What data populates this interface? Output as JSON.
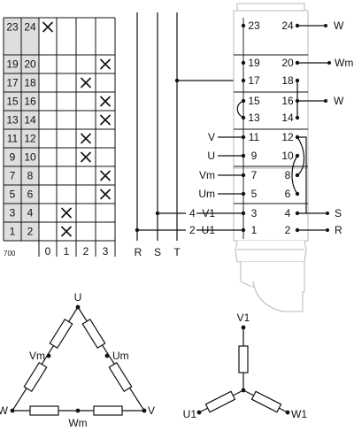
{
  "table": {
    "rows": [
      {
        "a": "23",
        "b": "24",
        "col": 0
      },
      {
        "a": "",
        "b": "",
        "col": null
      },
      {
        "a": "19",
        "b": "20",
        "col": 3
      },
      {
        "a": "17",
        "b": "18",
        "col": 2
      },
      {
        "a": "15",
        "b": "16",
        "col": 3
      },
      {
        "a": "13",
        "b": "14",
        "col": 3
      },
      {
        "a": "11",
        "b": "12",
        "col": 2
      },
      {
        "a": "9",
        "b": "10",
        "col": 2
      },
      {
        "a": "7",
        "b": "8",
        "col": 3
      },
      {
        "a": "5",
        "b": "6",
        "col": 3
      },
      {
        "a": "3",
        "b": "4",
        "col": 1
      },
      {
        "a": "1",
        "b": "2",
        "col": 1
      }
    ],
    "positions": [
      "0",
      "1",
      "2",
      "3"
    ],
    "code": "700",
    "mark": "X"
  },
  "supply": {
    "labels": [
      "R",
      "S",
      "T"
    ]
  },
  "switch": {
    "left_numbers": [
      "23",
      "19",
      "17",
      "15",
      "13",
      "11",
      "9",
      "7",
      "5",
      "3",
      "1"
    ],
    "right_numbers": [
      "24",
      "20",
      "18",
      "16",
      "14",
      "12",
      "10",
      "8",
      "6",
      "4",
      "2"
    ],
    "outer_left": {
      "r11": "V",
      "r9": "U",
      "r7": "Vm",
      "r5": "Um",
      "r3": "V1",
      "r1": "U1"
    },
    "outer_right": {
      "r24": "W",
      "r20": "Wm",
      "r16": "W",
      "r4": "S",
      "r2": "R"
    },
    "tap_labels": {
      "t4": "4",
      "t2": "2"
    }
  },
  "delta": {
    "top": "U",
    "left": "W",
    "right": "V",
    "left_mid": "Vm",
    "right_mid": "Um",
    "bottom_mid": "Wm"
  },
  "star": {
    "top": "V1",
    "left": "U1",
    "right": "W1"
  }
}
